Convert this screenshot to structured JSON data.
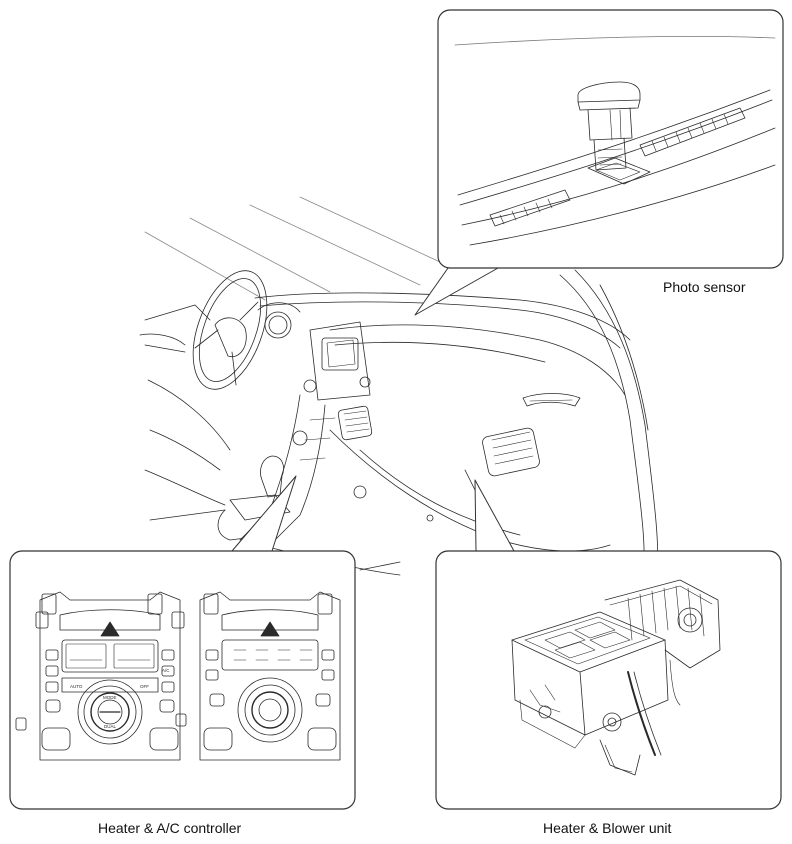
{
  "callouts": {
    "photo_sensor": "Photo sensor",
    "controller": "Heater & A/C controller",
    "blower_unit": "Heater & Blower unit"
  },
  "controller_panel": {
    "auto_label": "AUTO",
    "off_label": "OFF",
    "mode_label": "MODE",
    "dual_label": "DUAL",
    "ac_label": "A/C"
  },
  "colors": {
    "line": "#2a2a2a",
    "frame": "#333333",
    "background": "#ffffff"
  }
}
